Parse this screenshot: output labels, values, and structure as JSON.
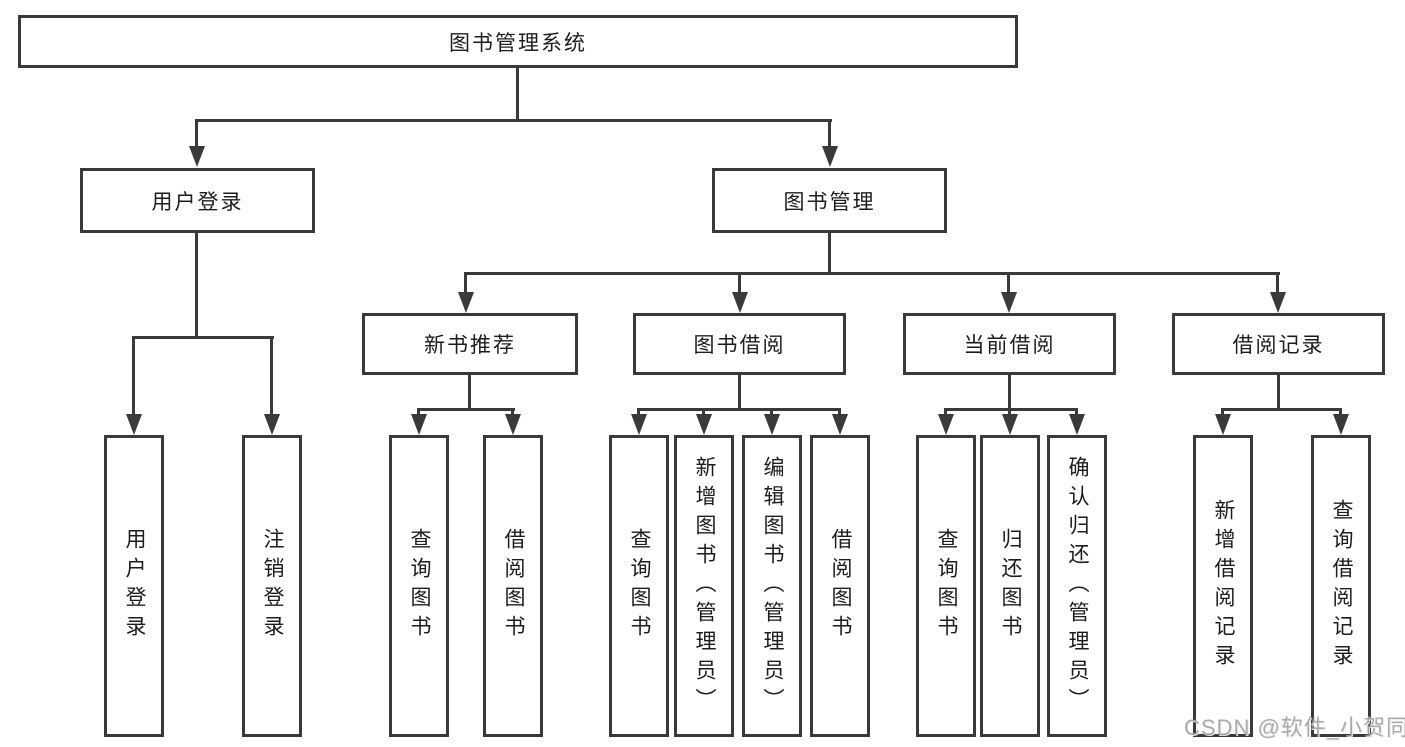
{
  "diagram": {
    "root": "图书管理系统",
    "children": [
      {
        "label": "用户登录",
        "children": [
          {
            "label": "用户登录"
          },
          {
            "label": "注销登录"
          }
        ]
      },
      {
        "label": "图书管理",
        "children": [
          {
            "label": "新书推荐",
            "children": [
              {
                "label": "查询图书"
              },
              {
                "label": "借阅图书"
              }
            ]
          },
          {
            "label": "图书借阅",
            "children": [
              {
                "label": "查询图书"
              },
              {
                "label": "新增图书（管理员）"
              },
              {
                "label": "编辑图书（管理员）"
              },
              {
                "label": "借阅图书"
              }
            ]
          },
          {
            "label": "当前借阅",
            "children": [
              {
                "label": "查询图书"
              },
              {
                "label": "归还图书"
              },
              {
                "label": "确认归还（管理员）"
              }
            ]
          },
          {
            "label": "借阅记录",
            "children": [
              {
                "label": "新增借阅记录"
              },
              {
                "label": "查询借阅记录"
              }
            ]
          }
        ]
      }
    ]
  },
  "watermark": "CSDN @软件_小贺同学",
  "colors": {
    "line": "#3a3a3a",
    "text": "#1d1d1d",
    "background": "#ffffff",
    "watermark": "#9e9e9e"
  }
}
